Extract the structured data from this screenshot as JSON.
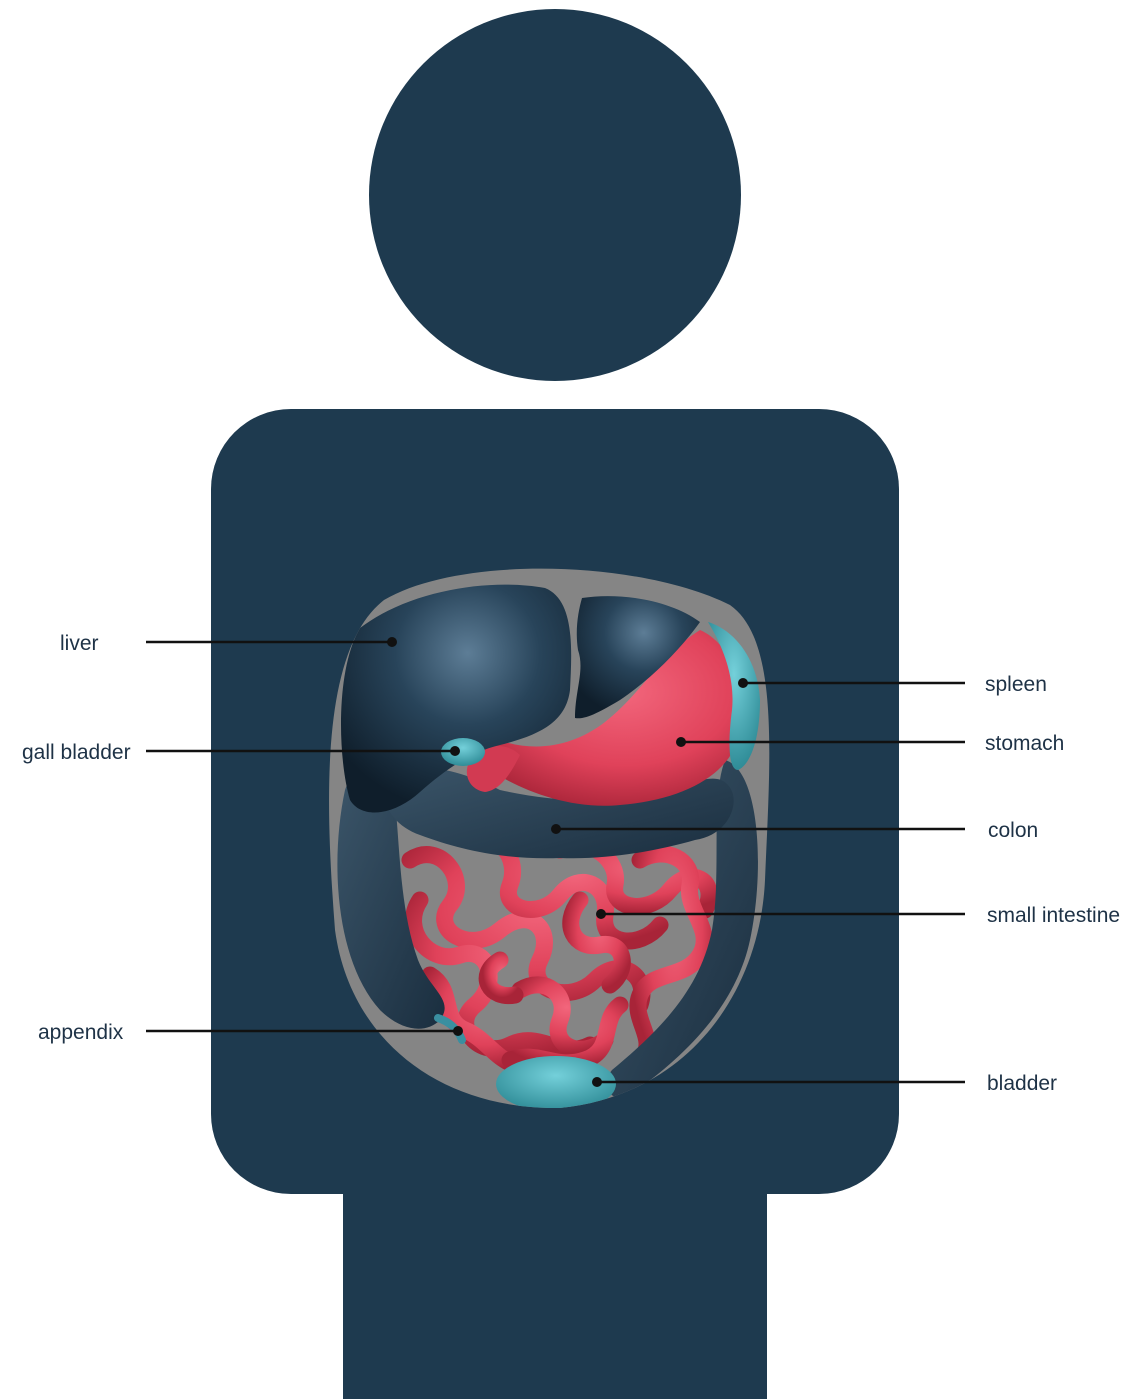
{
  "colors": {
    "body": "#1e3a4f",
    "cavity": "#858585",
    "dark_organ": "#1e3447",
    "red_organ": "#e0425a",
    "teal_organ": "#3aa8b4",
    "leader": "#111111",
    "label_text": "#1e3246"
  },
  "icons": {
    "figure": "human-silhouette",
    "cavity": "abdominal-cavity"
  },
  "labels": {
    "liver": "liver",
    "gall_bladder": "gall bladder",
    "appendix": "appendix",
    "spleen": "spleen",
    "stomach": "stomach",
    "colon": "colon",
    "small_intestine": "small intestine",
    "bladder": "bladder"
  }
}
